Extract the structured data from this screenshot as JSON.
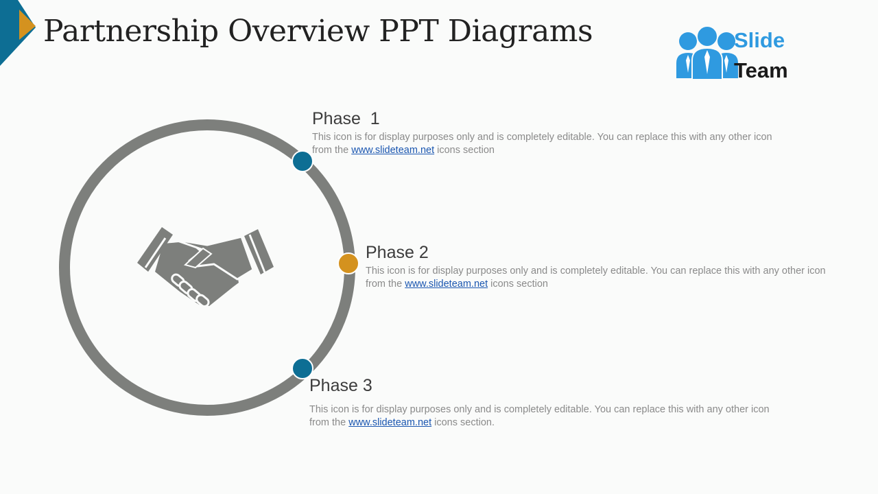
{
  "slide": {
    "title": "Partnership Overview PPT Diagrams",
    "colors": {
      "accent_teal": "#0d6e94",
      "accent_gold": "#d4921f",
      "ring_gray": "#7d7f7c",
      "logo_blue": "#2f9ae0"
    }
  },
  "logo": {
    "line1": "Slide",
    "line2": "Team",
    "icon": "team-people-icon"
  },
  "center_icon": "handshake-icon",
  "phases": [
    {
      "title": "Phase  1",
      "desc_before": "This icon is for display purposes only and is completely editable. You can replace this with any other icon from the",
      "link": "www.slideteam.net",
      "desc_after": "icons section",
      "marker_color": "#0d6e94"
    },
    {
      "title": "Phase 2",
      "desc_before": "This icon is for display purposes only and is completely editable. You can replace this with any other icon from the",
      "link": "www.slideteam.net",
      "desc_after": "icons section",
      "marker_color": "#d4921f"
    },
    {
      "title": "Phase 3",
      "desc_before": "This icon is for display purposes only and is completely editable. You can replace this with any other icon from the",
      "link": "www.slideteam.net",
      "desc_after": "icons section.",
      "marker_color": "#0d6e94"
    }
  ]
}
